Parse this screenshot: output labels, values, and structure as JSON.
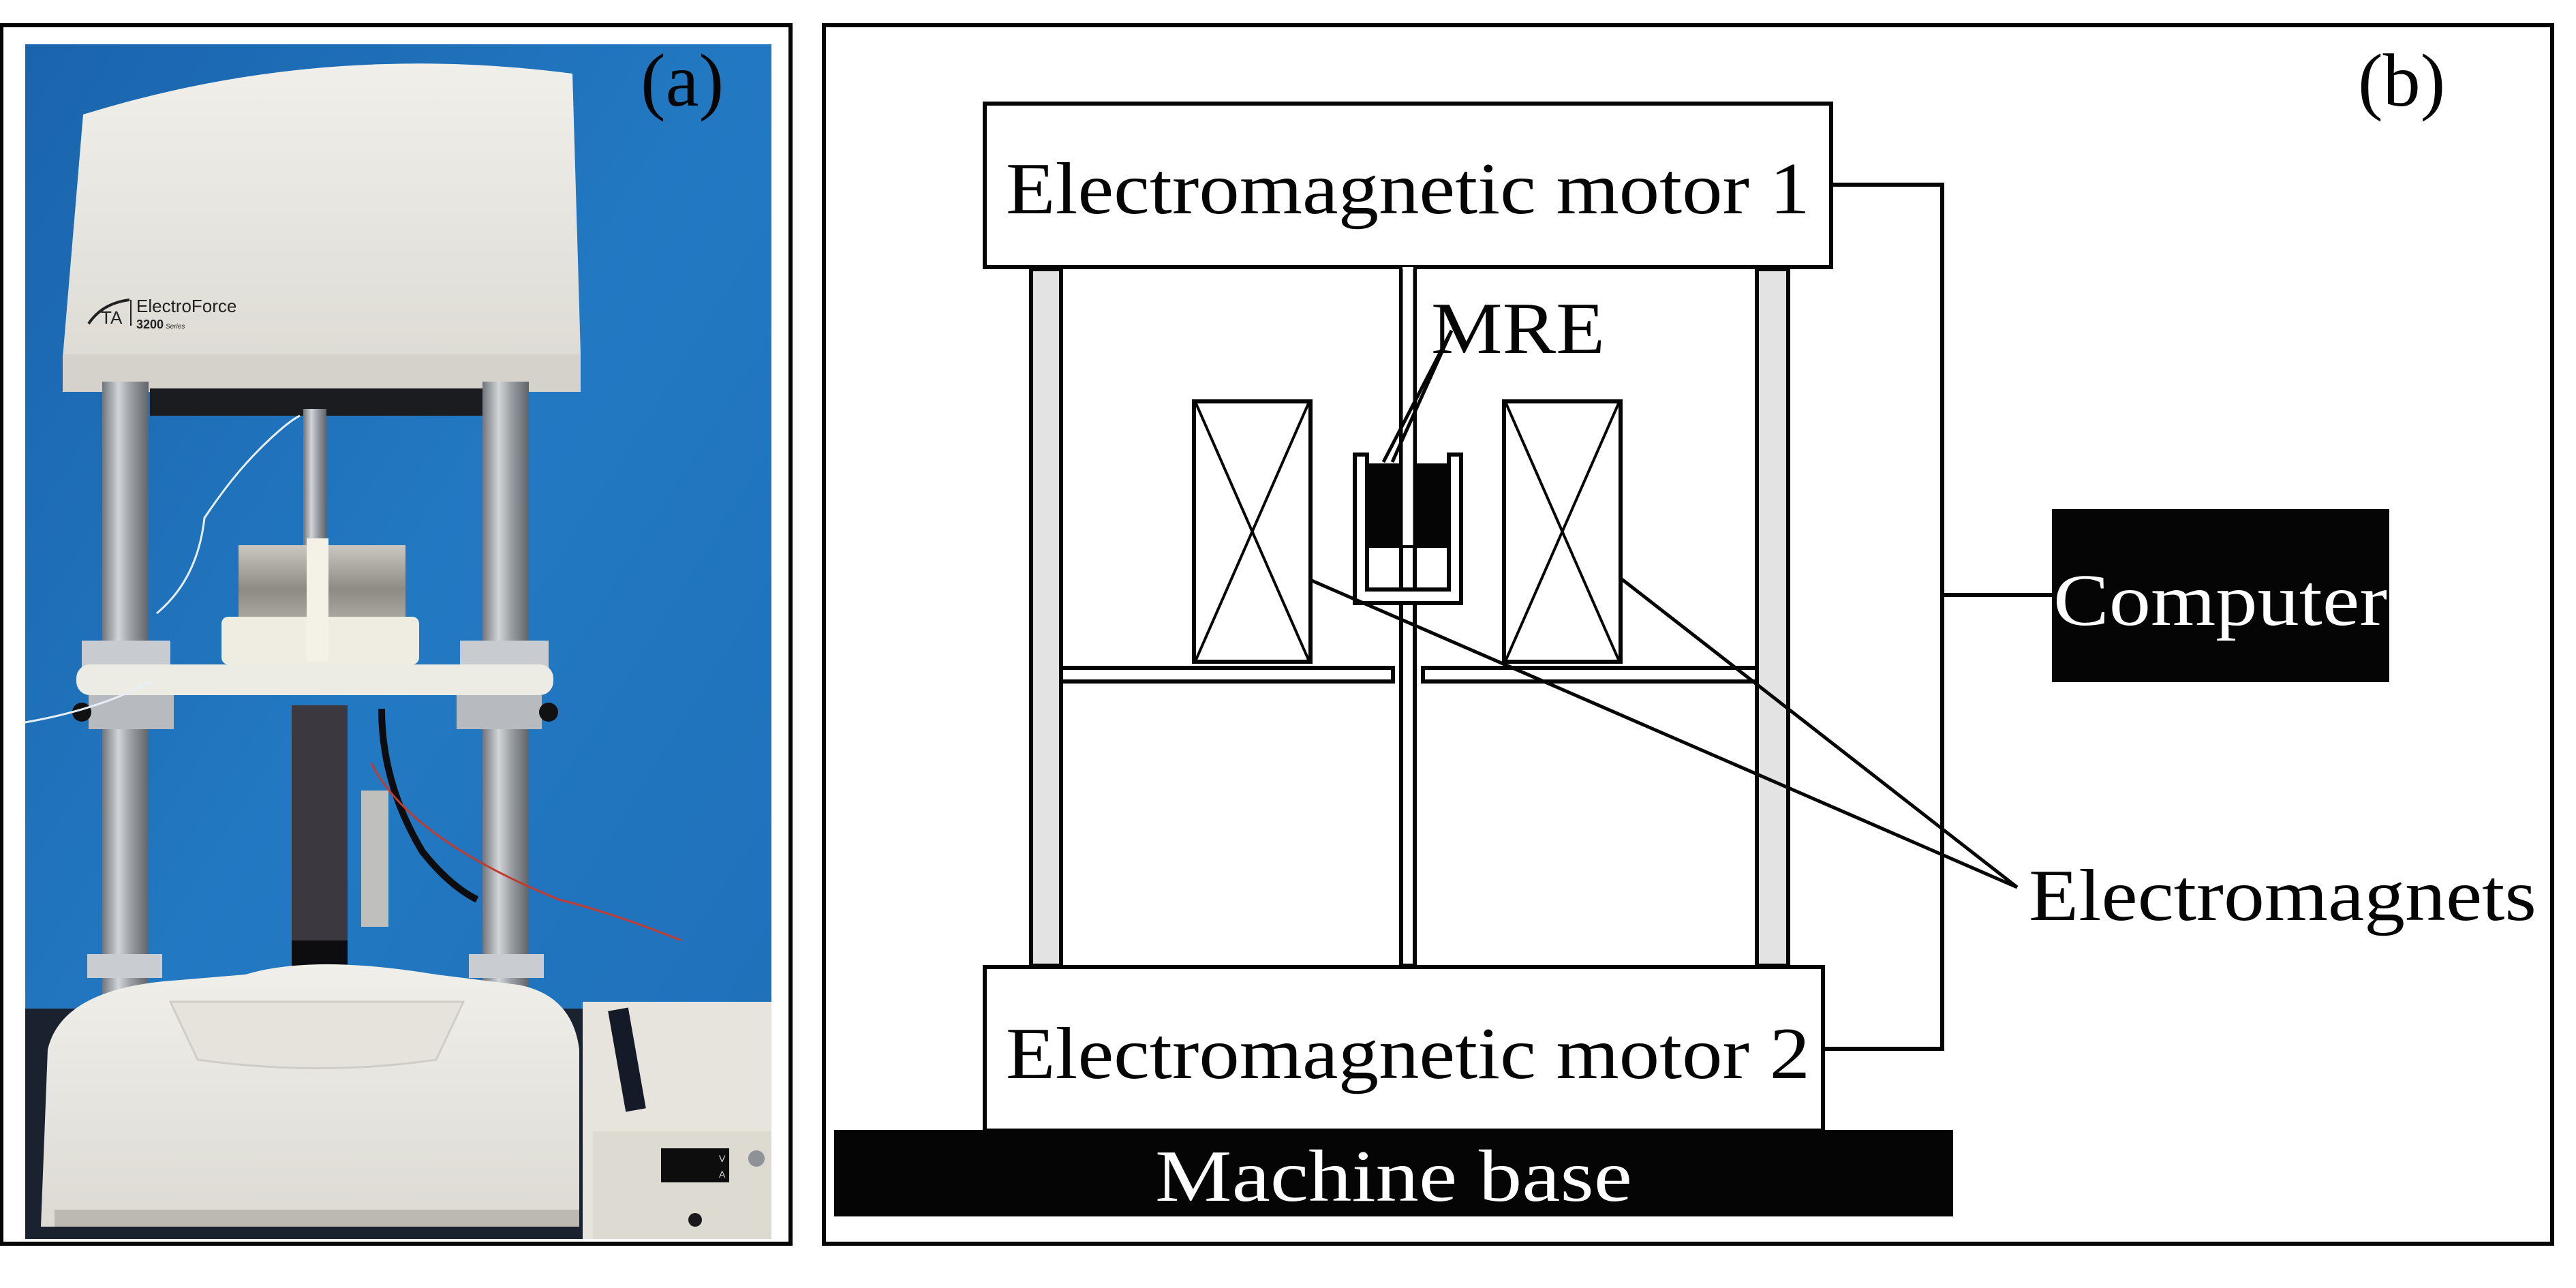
{
  "panel_a": {
    "label": "(a)",
    "photo": {
      "brand_logo": "TA",
      "brand_name": "ElectroForce",
      "model_number": "3200",
      "model_suffix": "Series",
      "power_supply_display_units": [
        "V",
        "A"
      ],
      "colors": {
        "backdrop_blue": "#1e6fb8",
        "machine_white": "#ecebe6",
        "column_steel": "#a9adb1",
        "table_dark": "#1a2230"
      }
    }
  },
  "panel_b": {
    "label": "(b)",
    "motor_top_label": "Electromagnetic motor 1",
    "motor_bottom_label": "Electromagnetic motor 2",
    "sample_label": "MRE",
    "electromagnets_label": "Electromagnets",
    "computer_label": "Computer",
    "base_label": "Machine base",
    "colors": {
      "stroke": "#050505",
      "column_fill": "#e3e3e3",
      "block_fill": "#060506",
      "block_text": "#ffffff"
    }
  }
}
